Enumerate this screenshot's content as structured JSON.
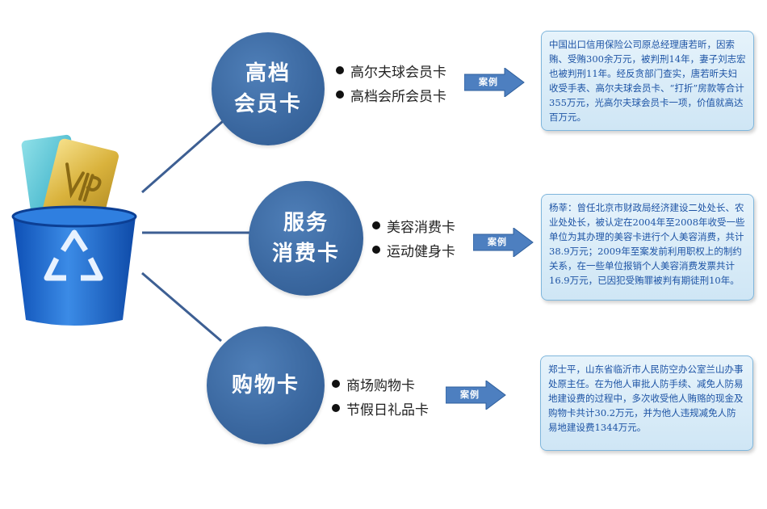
{
  "categories": [
    {
      "title_line1": "高档",
      "title_line2": "会员卡",
      "items": [
        "高尔夫球会员卡",
        "高档会所会员卡"
      ],
      "arrow_label": "案例",
      "case": "中国出口信用保险公司原总经理唐若昕，因索贿、受贿300余万元，被判刑14年，妻子刘志宏也被判刑11年。经反贪部门查实，唐若昕夫妇收受手表、高尔夫球会员卡、“打折”房款等合计355万元，光高尔夫球会员卡一项，价值就高达百万元。"
    },
    {
      "title_line1": "服务",
      "title_line2": "消费卡",
      "items": [
        "美容消费卡",
        "运动健身卡"
      ],
      "arrow_label": "案例",
      "case": "杨莘：曾任北京市财政局经济建设二处处长、农业处处长，被认定在2004年至2008年收受一些单位为其办理的美容卡进行个人美容消费，共计38.9万元；2009年至案发前利用职权上的制约关系，在一些单位报销个人美容消费发票共计16.9万元，已因犯受贿罪被判有期徒刑10年。"
    },
    {
      "title_line1": "购物卡",
      "title_line2": "",
      "items": [
        "商场购物卡",
        "节假日礼品卡"
      ],
      "arrow_label": "案例",
      "case": "郑士平，山东省临沂市人民防空办公室兰山办事处原主任。在为他人审批人防手续、减免人防易地建设费的过程中，多次收受他人贿赂的现金及购物卡共计30.2万元，并为他人违规减免人防易地建设费1344万元。"
    }
  ],
  "colors": {
    "circle": "#3a679f",
    "arrow": "#4d7fc0",
    "box_text": "#1e54a5",
    "connector": "#3d5f93",
    "bin": "#1f63c9"
  },
  "icons": [
    "recycle-bin-icon",
    "recycle-symbol-icon",
    "vip-card-icon"
  ]
}
